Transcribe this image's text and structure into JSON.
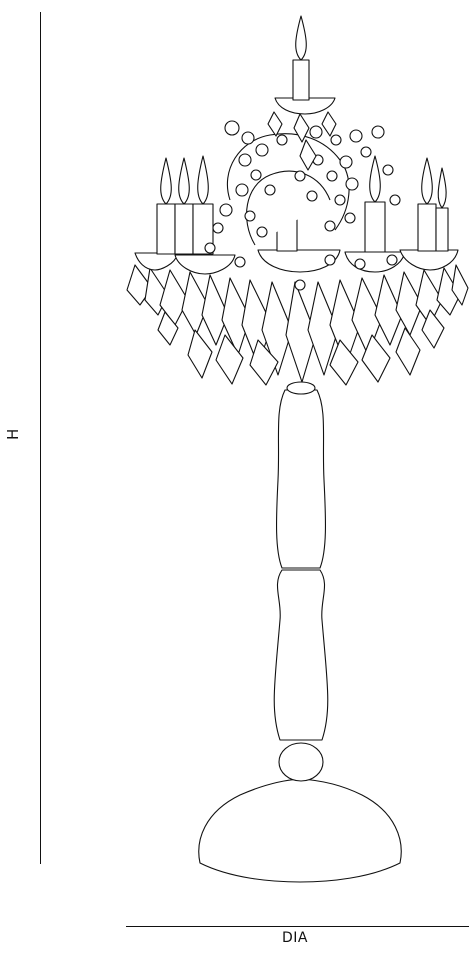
{
  "dimensions": {
    "height_label": "H",
    "diameter_label": "DIA"
  },
  "drawing": {
    "subject": "table-lamp-chandelier-line-drawing",
    "line_color": "#111111",
    "background_color": "#ffffff"
  }
}
